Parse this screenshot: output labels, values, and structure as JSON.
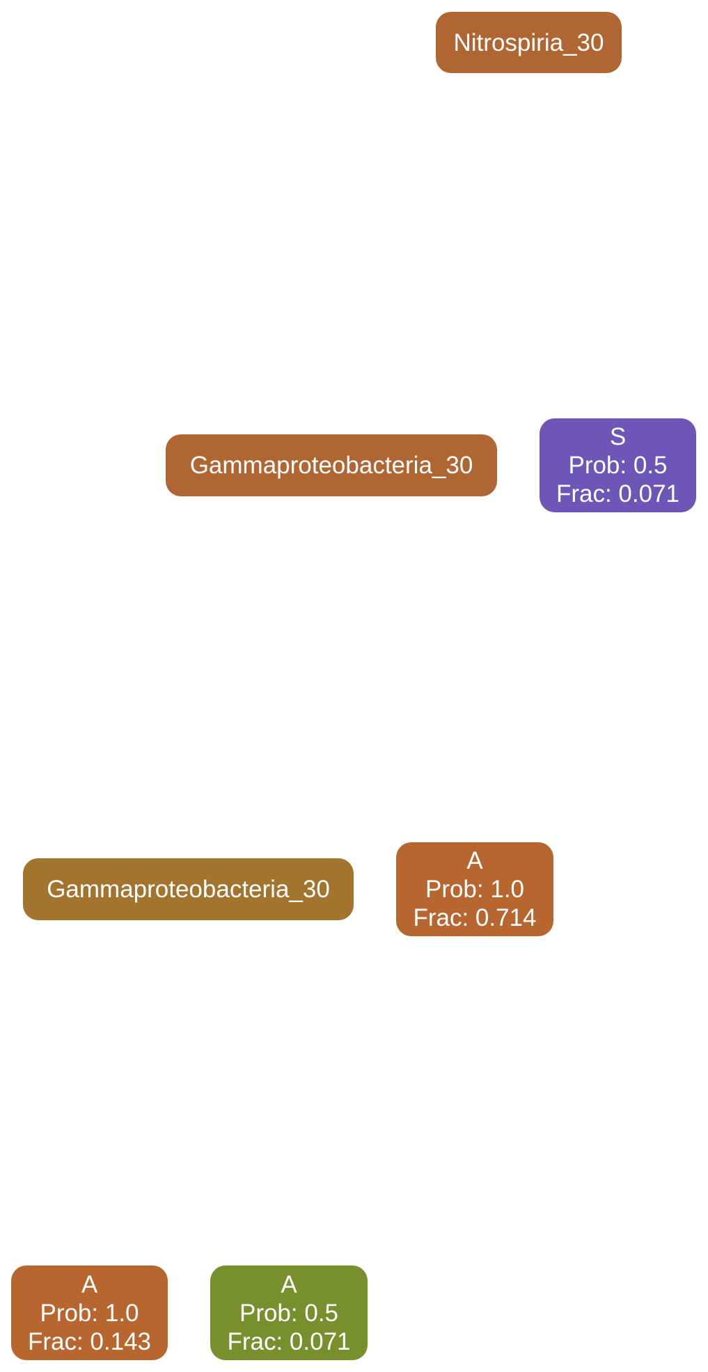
{
  "nodes": [
    {
      "id": "n1",
      "label": "Nitrospiria_30",
      "color": "#b06632"
    },
    {
      "id": "n2",
      "label": "Gammaproteobacteria_30",
      "color": "#b06632"
    },
    {
      "id": "n3",
      "label": "S",
      "prob": "Prob: 0.5",
      "frac": "Frac: 0.071",
      "color": "#6e56b8"
    },
    {
      "id": "n4",
      "label": "Gammaproteobacteria_30",
      "color": "#a3742e"
    },
    {
      "id": "n5",
      "label": "A",
      "prob": "Prob: 1.0",
      "frac": "Frac: 0.714",
      "color": "#b7662f"
    },
    {
      "id": "n6",
      "label": "A",
      "prob": "Prob: 1.0",
      "frac": "Frac: 0.143",
      "color": "#b7662f"
    },
    {
      "id": "n7",
      "label": "A",
      "prob": "Prob: 0.5",
      "frac": "Frac: 0.071",
      "color": "#788f2e"
    }
  ]
}
